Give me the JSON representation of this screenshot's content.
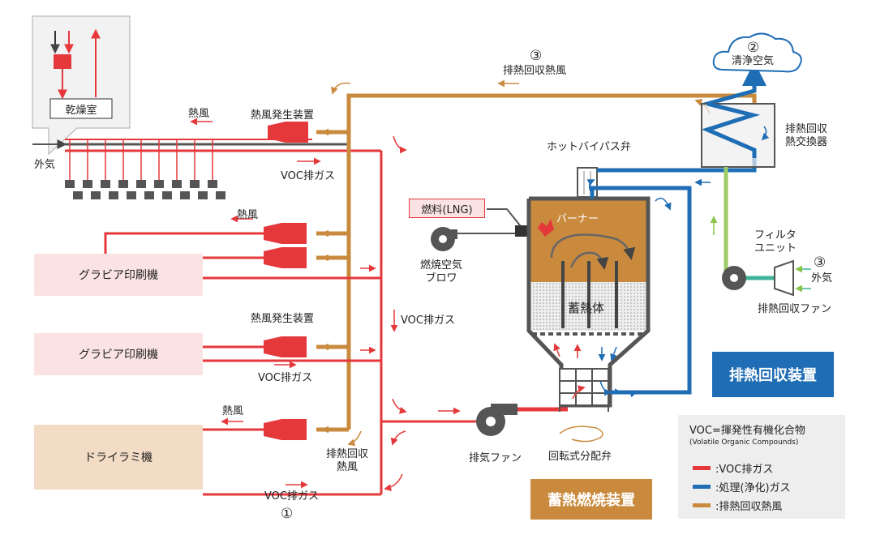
{
  "labels": {
    "drying_room": "乾燥室",
    "outside_air_left": "外気",
    "hot_air_gen_top": "熱風発生装置",
    "hot_air_top": "熱風",
    "voc_gas_top": "VOC排ガス",
    "hot_air_mid": "熱風",
    "gravure_1": "グラビア印刷機",
    "hot_air_gen_mid": "熱風発生装置",
    "gravure_2": "グラビア印刷機",
    "voc_gas_mid": "VOC排ガス",
    "voc_gas_center": "VOC排ガス",
    "hot_air_bottom": "熱風",
    "dry_laminator": "ドライラミ機",
    "waste_heat_hot_air": "排熱回収\n熱風",
    "voc_gas_bottom": "VOC排ガス",
    "marker_1": "①",
    "marker_3_top": "③",
    "waste_heat_hot_air_top": "排熱回収熱風",
    "marker_2": "②",
    "clean_air": "清浄空気",
    "heat_exchanger": "排熱回収\n熱交換器",
    "hot_bypass_valve": "ホットバイパス弁",
    "fuel": "燃料(LNG)",
    "burner": "バーナー",
    "combustion_blower": "燃焼空気\nブロワ",
    "regenerator": "蓄熱体",
    "filter_unit": "フィルタ\nユニット",
    "marker_3_right": "③",
    "outside_air_right": "外気",
    "recovery_fan": "排熱回収ファン",
    "exhaust_fan": "排気ファン",
    "rotary_valve": "回転式分配弁"
  },
  "titles": {
    "waste_heat_recovery_unit": "排熱回収装置",
    "regenerative_combustion_unit": "蓄熱燃焼装置"
  },
  "legend": {
    "title": "VOC=揮発性有機化合物",
    "subtitle": "(Volatile Organic Compounds)",
    "items": [
      {
        "label": ":VOC排ガス",
        "color": "#e5383b"
      },
      {
        "label": ":処理(浄化)ガス",
        "color": "#1f6db5"
      },
      {
        "label": ":排熱回収熱風",
        "color": "#c98a3e"
      }
    ]
  },
  "colors": {
    "voc_gas": "#e5383b",
    "clean_gas": "#1f6db5",
    "hot_air": "#c98a3e",
    "green_line": "#9ccc65",
    "equipment": "#555555",
    "unit_blue": "#1f6db5",
    "unit_orange": "#c98a3e"
  }
}
